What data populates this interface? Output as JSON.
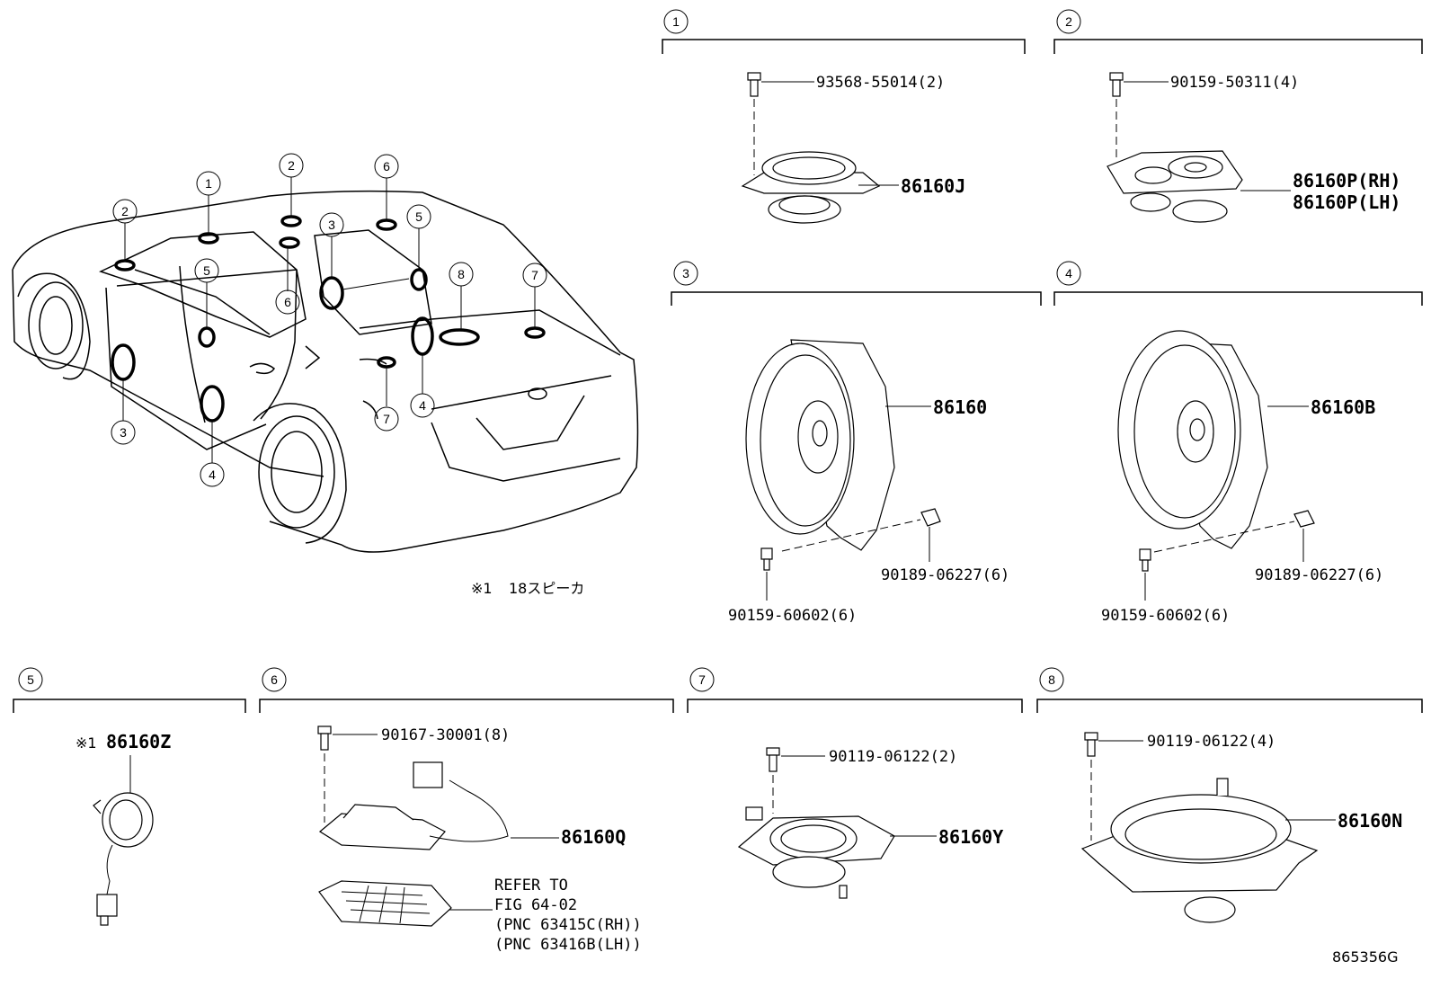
{
  "overview": {
    "callouts": [
      "2",
      "1",
      "2",
      "6",
      "3",
      "5",
      "8",
      "7",
      "5",
      "6",
      "3",
      "4",
      "7",
      "4"
    ],
    "note_marker": "※1",
    "note_text": "18スピーカ"
  },
  "panels": [
    {
      "num": "1",
      "bolt": "93568-55014(2)",
      "parts": [
        "86160J"
      ]
    },
    {
      "num": "2",
      "bolt": "90159-50311(4)",
      "parts": [
        "86160P(RH)",
        "86160P(LH)"
      ]
    },
    {
      "num": "3",
      "part": "86160",
      "screw": "90159-60602(6)",
      "clip": "90189-06227(6)"
    },
    {
      "num": "4",
      "part": "86160B",
      "screw": "90159-60602(6)",
      "clip": "90189-06227(6)"
    },
    {
      "num": "5",
      "marker": "※1",
      "part": "86160Z"
    },
    {
      "num": "6",
      "bolt": "90167-30001(8)",
      "part": "86160Q",
      "refer": [
        "REFER TO",
        "FIG 64-02",
        "(PNC 63415C(RH))",
        "(PNC 63416B(LH))"
      ]
    },
    {
      "num": "7",
      "bolt": "90119-06122(2)",
      "part": "86160Y"
    },
    {
      "num": "8",
      "bolt": "90119-06122(4)",
      "part": "86160N"
    }
  ],
  "figure_code": "865356G"
}
